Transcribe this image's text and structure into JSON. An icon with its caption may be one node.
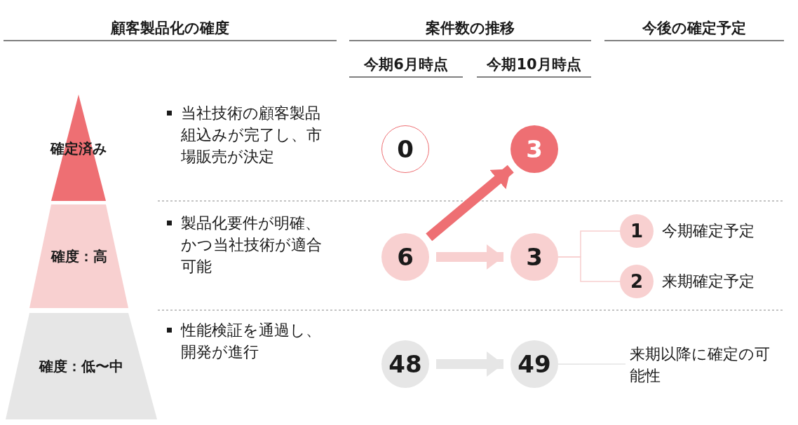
{
  "diagram": {
    "nodes": [
      {
        "text": [
          "確定済み"
        ]
      },
      {
        "text": [
          "確度：高"
        ]
      },
      {
        "text": [
          "確度：低〜中"
        ]
      },
      {
        "text": [
          "0"
        ]
      },
      {
        "text": [
          "3"
        ]
      },
      {
        "text": [
          "6"
        ]
      },
      {
        "text": [
          "3"
        ]
      },
      {
        "text": [
          "1"
        ],
        "beside": [
          "今期確定予定"
        ]
      },
      {
        "text": [
          "2"
        ],
        "beside": [
          "来期確定予定"
        ]
      },
      {
        "text": [
          "48"
        ]
      },
      {
        "text": [
          "49"
        ]
      },
      {
        "text": [
          "来期以降に確定の可能性"
        ]
      }
    ],
    "edges": [
      {
        "from": 5,
        "to": 4,
        "arrow": "to",
        "style": "thick",
        "color": "#ee6f73"
      },
      {
        "from": 5,
        "to": 6,
        "arrow": "to",
        "style": "thick",
        "color": "#f8d0d0"
      },
      {
        "from": 6,
        "to": 7,
        "arrow": "none",
        "color": "#f8d0d0"
      },
      {
        "from": 6,
        "to": 8,
        "arrow": "none",
        "color": "#f8d0d0"
      },
      {
        "from": 9,
        "to": 10,
        "arrow": "to",
        "style": "thick",
        "color": "#e6e6e6"
      },
      {
        "from": 10,
        "to": 11,
        "arrow": "none",
        "color": "#e6e6e6"
      }
    ],
    "labels": [
      "顧客製品化の確度",
      "案件数の推移",
      "今後の確定予定",
      "今期6月時点",
      "今期10月時点",
      "当社技術の顧客製品組込みが完了し、市場販売が決定",
      "製品化要件が明確、かつ当社技術が適合可能",
      "性能検証を通過し、開発が進行"
    ]
  }
}
